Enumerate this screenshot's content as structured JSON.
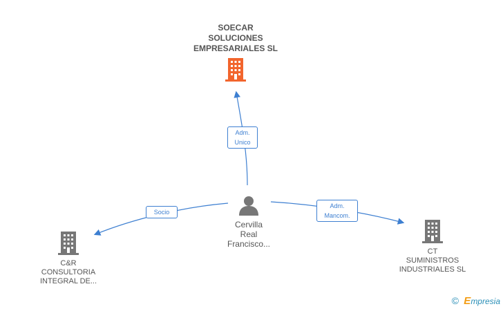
{
  "nodes": {
    "center": {
      "label_lines": [
        "SOECAR",
        "SOLUCIONES",
        "EMPRESARIALES SL"
      ]
    },
    "person": {
      "label_lines": [
        "Cervilla",
        "Real",
        "Francisco..."
      ]
    },
    "left": {
      "label_lines": [
        "C&R",
        "CONSULTORIA",
        "INTEGRAL DE..."
      ]
    },
    "right": {
      "label_lines": [
        "CT",
        "SUMINISTROS",
        "INDUSTRIALES SL"
      ]
    }
  },
  "edges": {
    "top": {
      "label_lines": [
        "Adm.",
        "Unico"
      ]
    },
    "left": {
      "label_lines": [
        "Socio"
      ]
    },
    "right": {
      "label_lines": [
        "Adm.",
        "Mancom."
      ]
    }
  },
  "colors": {
    "main_company": "#f2652d",
    "company": "#777777",
    "person": "#777777",
    "edge": "#3d7fd1"
  },
  "footer": {
    "copyright": "©",
    "brand_first": "E",
    "brand_rest": "mpresia"
  }
}
